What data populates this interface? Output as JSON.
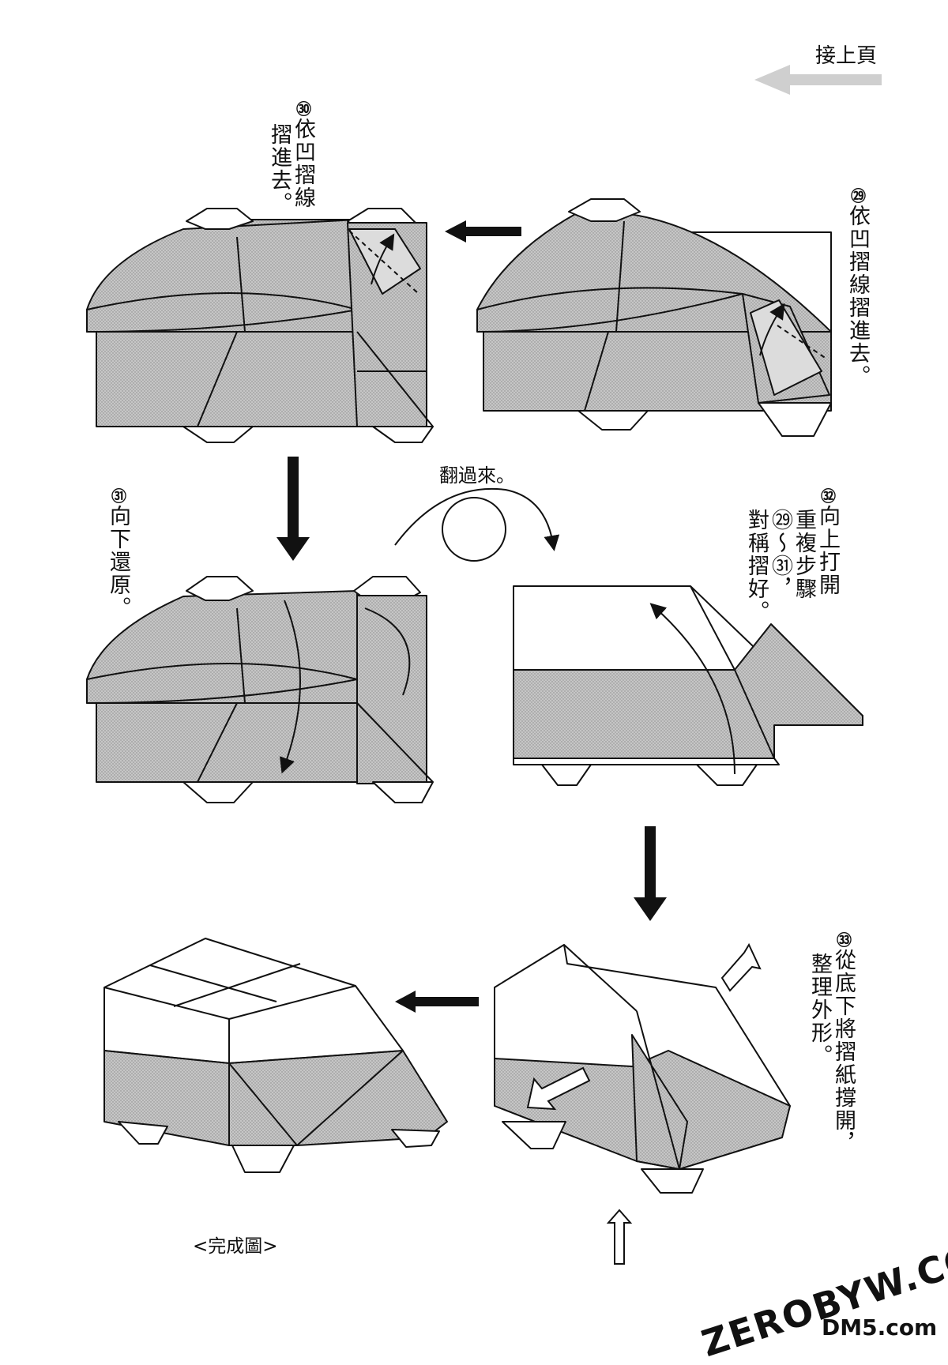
{
  "header": {
    "continue_label": "接上頁"
  },
  "steps": [
    {
      "num": "㉙",
      "text": "依凹摺線摺進去。"
    },
    {
      "num": "㉚",
      "line1": "依凹摺線",
      "line2": "摺進去。"
    },
    {
      "num": "㉛",
      "text": "向下還原。"
    },
    {
      "num": "㉜",
      "line1": "向上打開",
      "line2": "重複步驟",
      "line3": "㉙～㉛，",
      "line4": "對稱摺好。"
    },
    {
      "num": "㉝",
      "line1": "從底下將摺紙撐開，",
      "line2": "整理外形。"
    }
  ],
  "flip_label": "翻過來。",
  "finished_label": "<完成圖>",
  "watermark": {
    "brand": "ZEROBYW.COM",
    "site": "DM5.com"
  },
  "colors": {
    "ink": "#111111",
    "tone": "#b9b9b9",
    "arrow_gray": "#c8c8c8"
  }
}
